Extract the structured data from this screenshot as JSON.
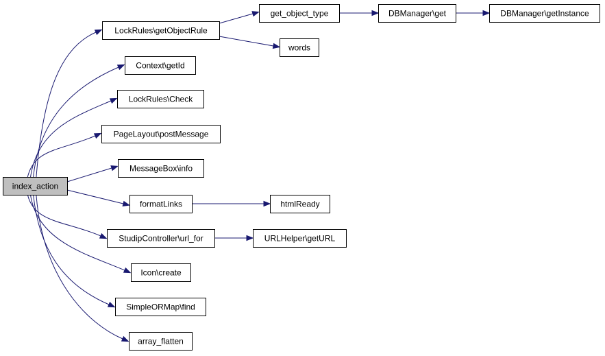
{
  "colors": {
    "node_fill": "#ffffff",
    "root_fill": "#bfbfbf",
    "node_border": "#000000",
    "edge": "#191970"
  },
  "nodes": [
    {
      "id": "index_action",
      "label": "index_action",
      "root": true
    },
    {
      "id": "getObjectRule",
      "label": "LockRules\\getObjectRule"
    },
    {
      "id": "getId",
      "label": "Context\\getId"
    },
    {
      "id": "check",
      "label": "LockRules\\Check"
    },
    {
      "id": "postMessage",
      "label": "PageLayout\\postMessage"
    },
    {
      "id": "info",
      "label": "MessageBox\\info"
    },
    {
      "id": "formatLinks",
      "label": "formatLinks"
    },
    {
      "id": "url_for",
      "label": "StudipController\\url_for"
    },
    {
      "id": "iconCreate",
      "label": "Icon\\create"
    },
    {
      "id": "find",
      "label": "SimpleORMap\\find"
    },
    {
      "id": "array_flatten",
      "label": "array_flatten"
    },
    {
      "id": "get_object_type",
      "label": "get_object_type"
    },
    {
      "id": "words",
      "label": "words"
    },
    {
      "id": "dbGet",
      "label": "DBManager\\get"
    },
    {
      "id": "getInstance",
      "label": "DBManager\\getInstance"
    },
    {
      "id": "htmlReady",
      "label": "htmlReady"
    },
    {
      "id": "getURL",
      "label": "URLHelper\\getURL"
    }
  ],
  "edges": [
    {
      "from": "index_action",
      "to": "getObjectRule"
    },
    {
      "from": "index_action",
      "to": "getId"
    },
    {
      "from": "index_action",
      "to": "check"
    },
    {
      "from": "index_action",
      "to": "postMessage"
    },
    {
      "from": "index_action",
      "to": "info"
    },
    {
      "from": "index_action",
      "to": "formatLinks"
    },
    {
      "from": "index_action",
      "to": "url_for"
    },
    {
      "from": "index_action",
      "to": "iconCreate"
    },
    {
      "from": "index_action",
      "to": "find"
    },
    {
      "from": "index_action",
      "to": "array_flatten"
    },
    {
      "from": "getObjectRule",
      "to": "get_object_type"
    },
    {
      "from": "getObjectRule",
      "to": "words"
    },
    {
      "from": "get_object_type",
      "to": "dbGet"
    },
    {
      "from": "dbGet",
      "to": "getInstance"
    },
    {
      "from": "formatLinks",
      "to": "htmlReady"
    },
    {
      "from": "url_for",
      "to": "getURL"
    }
  ]
}
